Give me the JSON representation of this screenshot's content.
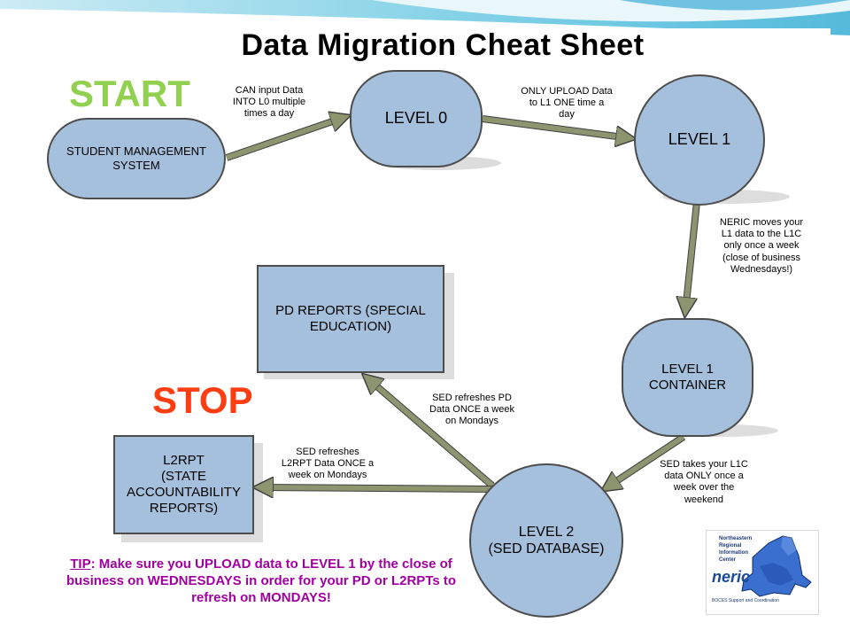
{
  "title": "Data Migration Cheat Sheet",
  "start_label": "START",
  "stop_label": "STOP",
  "nodes": {
    "sms": "STUDENT MANAGEMENT\nSYSTEM",
    "level0": "LEVEL 0",
    "level1": "LEVEL 1",
    "l1c": "LEVEL 1\nCONTAINER",
    "level2": "LEVEL 2\n(SED DATABASE)",
    "pd_reports": "PD REPORTS (SPECIAL\nEDUCATION)",
    "l2rpt": "L2RPT\n(STATE\nACCOUNTABILITY\nREPORTS)"
  },
  "annotations": {
    "sms_to_l0": "CAN input Data\nINTO L0 multiple\ntimes a day",
    "l0_to_l1": "ONLY UPLOAD Data\nto  L1 ONE time a\nday",
    "l1_to_l1c": "NERIC moves your\nL1 data to the L1C\nonly once a week\n(close of business\nWednesdays!)",
    "l1c_to_l2": "SED takes your L1C\ndata ONLY once a\nweek over the\nweekend",
    "l2_to_pd": "SED refreshes PD\nData ONCE a week\non Mondays",
    "l2_to_l2rpt": "SED refreshes\nL2RPT Data ONCE a\nweek on Mondays"
  },
  "tip": {
    "key": "TIP",
    "text": ":   Make sure you UPLOAD data to LEVEL 1 by the close of business on WEDNESDAYS in order for your PD or L2RPTs to refresh on MONDAYS!"
  },
  "logo": {
    "org_line1": "Northeastern",
    "org_line2": "Regional",
    "org_line3": "Information",
    "org_line4": "Center",
    "name": "neric",
    "tagline": "BOCES Support and Coordination"
  },
  "colors": {
    "node_fill": "#a5c0dc",
    "node_stroke": "#4d4d4d",
    "arrow": "#8c9470",
    "start": "#92d050",
    "stop": "#ff3d12",
    "tip": "#a000a0",
    "background_accent": "#3fb8d8"
  }
}
